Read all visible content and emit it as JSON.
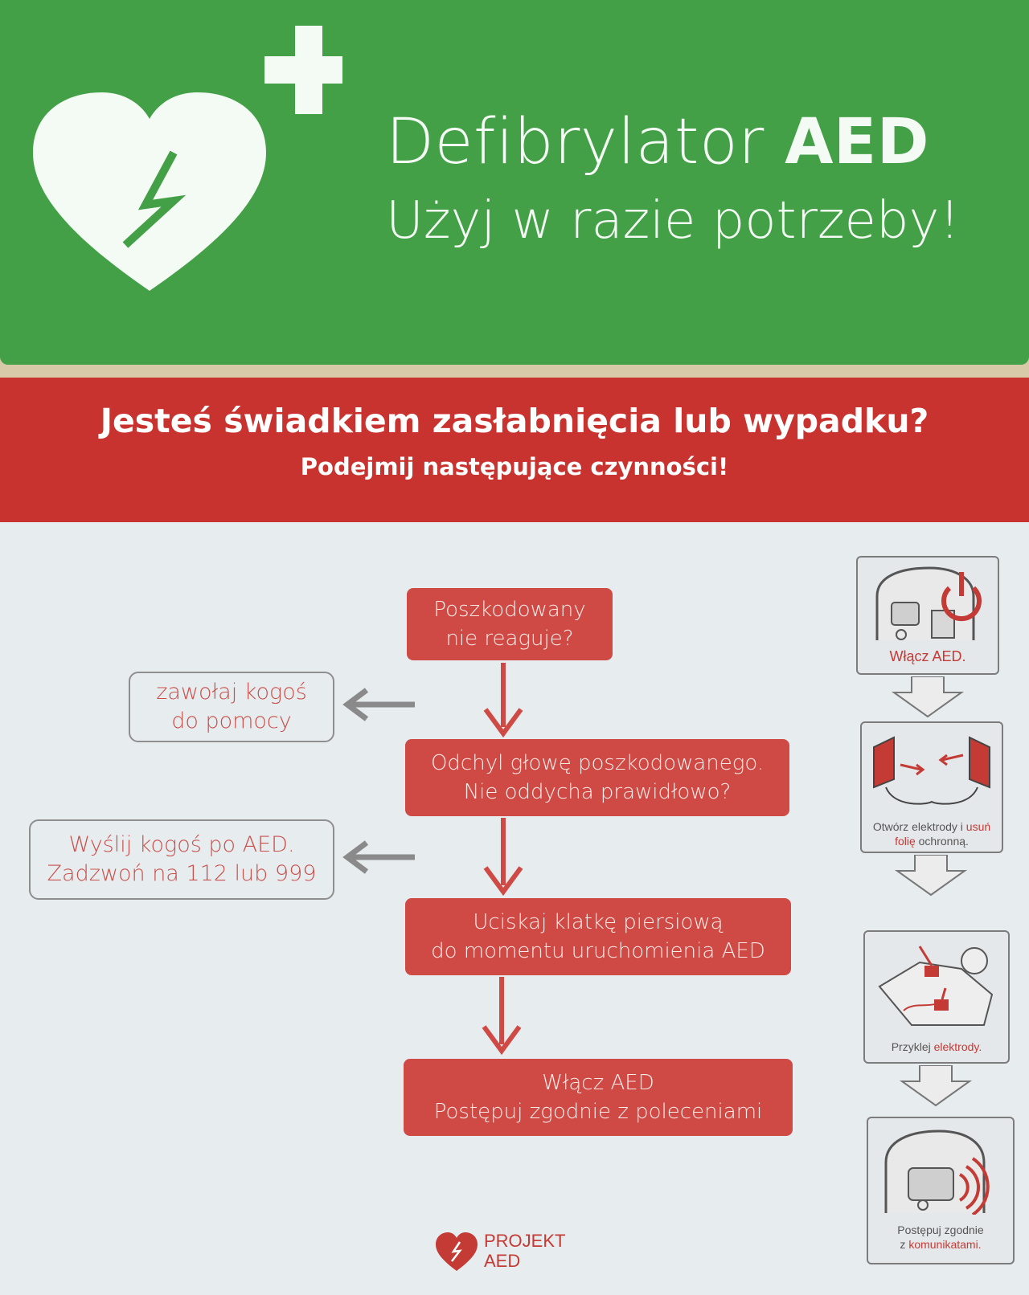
{
  "green_sign": {
    "title_light": "Defibrylator ",
    "title_bold": "AED",
    "subtitle": "Użyj w razie potrzeby!"
  },
  "poster": {
    "headline": "Jesteś świadkiem zasłabnięcia lub wypadku?",
    "subheadline": "Podejmij następujące czynności!",
    "steps": [
      {
        "line1": "Poszkodowany",
        "line2": "nie reaguje?"
      },
      {
        "line1": "Odchyl głowę poszkodowanego.",
        "line2": "Nie oddycha prawidłowo?"
      },
      {
        "line1": "Uciskaj klatkę piersiową",
        "line2": "do momentu uruchomienia AED"
      },
      {
        "line1": "Włącz AED",
        "line2": "Postępuj zgodnie z poleceniami"
      }
    ],
    "notes": [
      {
        "line1": "zawołaj kogoś",
        "line2": "do pomocy"
      },
      {
        "line1": "Wyślij kogoś po AED.",
        "line2": "Zadzwoń na 112 lub 999"
      }
    ],
    "panels": {
      "p1": "Włącz AED.",
      "p2_a": "Otwórz elektrody i ",
      "p2_b": "usuń",
      "p2_c": "folię",
      "p2_d": " ochronną.",
      "p3_a": "Przyklej ",
      "p3_b": "elektrody.",
      "p4_a": "Postępuj zgodnie",
      "p4_b": "z ",
      "p4_c": "komunikatami."
    },
    "brand": {
      "line1": "PROJEKT",
      "line2": "AED"
    }
  },
  "colors": {
    "green": "#43a047",
    "red": "#c8322f",
    "step_red": "#d04a45",
    "poster_bg": "#e7ecef"
  },
  "icons": [
    "aed-heart-logo-icon",
    "plus-icon",
    "lightning-bolt-icon",
    "arrow-down-icon",
    "arrow-left-icon",
    "power-icon"
  ]
}
